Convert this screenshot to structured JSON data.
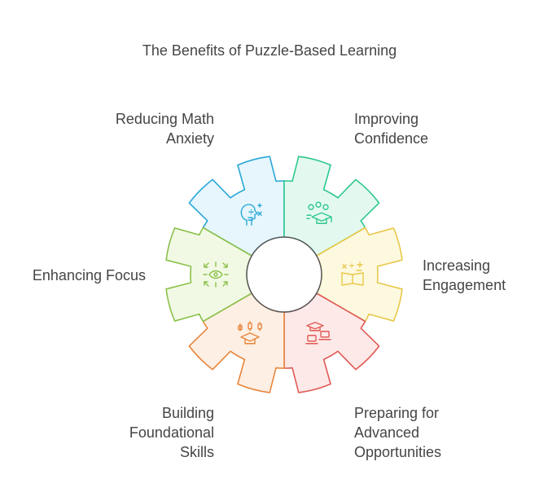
{
  "title": "The Benefits of Puzzle-Based Learning",
  "segments": [
    {
      "label": "Reducing Math\nAnxiety",
      "icon": "head-math-icon",
      "fill": "#e6f6fc",
      "stroke": "#2aa7d8"
    },
    {
      "label": "Improving\nConfidence",
      "icon": "graduate-icon",
      "fill": "#e3f9ef",
      "stroke": "#2ec88e"
    },
    {
      "label": "Increasing\nEngagement",
      "icon": "math-book-icon",
      "fill": "#fdf9df",
      "stroke": "#e8c84a"
    },
    {
      "label": "Preparing for\nAdvanced\nOpportunities",
      "icon": "laptops-icon",
      "fill": "#fde9e8",
      "stroke": "#e05a55"
    },
    {
      "label": "Building\nFoundational\nSkills",
      "icon": "skills-cap-icon",
      "fill": "#fdefe3",
      "stroke": "#e8853c"
    },
    {
      "label": "Enhancing Focus",
      "icon": "focus-eye-icon",
      "fill": "#f1f9e4",
      "stroke": "#8cc04a"
    }
  ]
}
